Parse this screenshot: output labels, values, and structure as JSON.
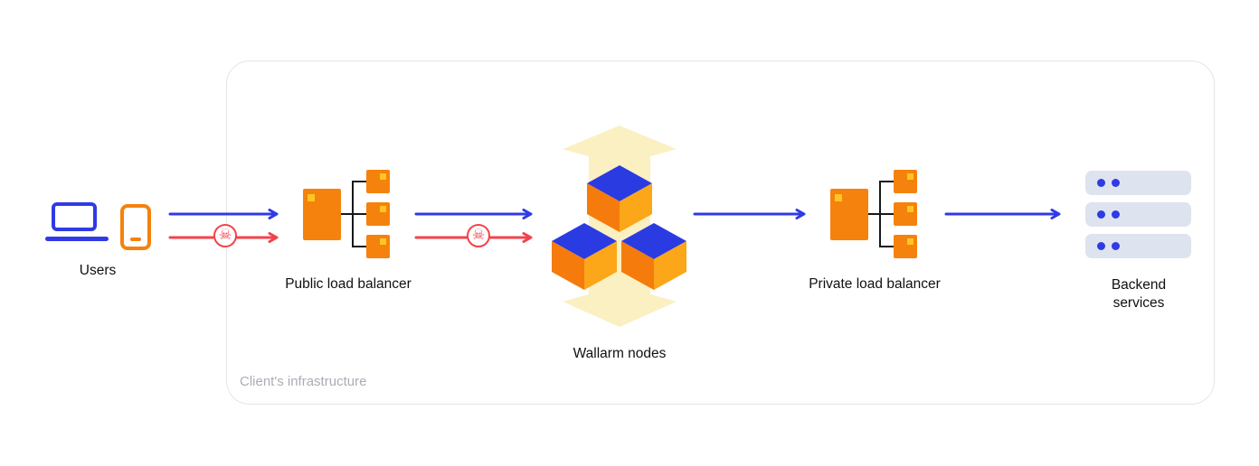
{
  "colors": {
    "blue": "#2F3BE4",
    "red": "#F2434B",
    "orange": "#F5820D",
    "yellow_dot": "#FFC524",
    "glow_yellow": "#FAF0C2",
    "cube_top_blue": "#2B3BE2",
    "cube_left_orange": "#F57B0C",
    "cube_right_orange": "#FCA61A",
    "server_bar": "#DEE3F0",
    "server_dot": "#2F3BE4",
    "connector_dark": "#17181C",
    "frame_border": "#E5E5E9",
    "muted_label": "#A9ADB4",
    "text": "#101014"
  },
  "icons": {
    "skull": "☠"
  },
  "diagram": {
    "frame_label": "Client's infrastructure",
    "nodes": {
      "users": {
        "label": "Users"
      },
      "public_lb": {
        "label": "Public load balancer"
      },
      "wallarm": {
        "label": "Wallarm nodes"
      },
      "private_lb": {
        "label": "Private load balancer"
      },
      "backend": {
        "label": "Backend services"
      }
    },
    "flows": [
      {
        "from": "Users",
        "to": "Public load balancer",
        "traffic": [
          "legitimate",
          "malicious"
        ]
      },
      {
        "from": "Public load balancer",
        "to": "Wallarm nodes",
        "traffic": [
          "legitimate",
          "malicious"
        ]
      },
      {
        "from": "Wallarm nodes",
        "to": "Private load balancer",
        "traffic": [
          "legitimate"
        ]
      },
      {
        "from": "Private load balancer",
        "to": "Backend services",
        "traffic": [
          "legitimate"
        ]
      }
    ]
  }
}
